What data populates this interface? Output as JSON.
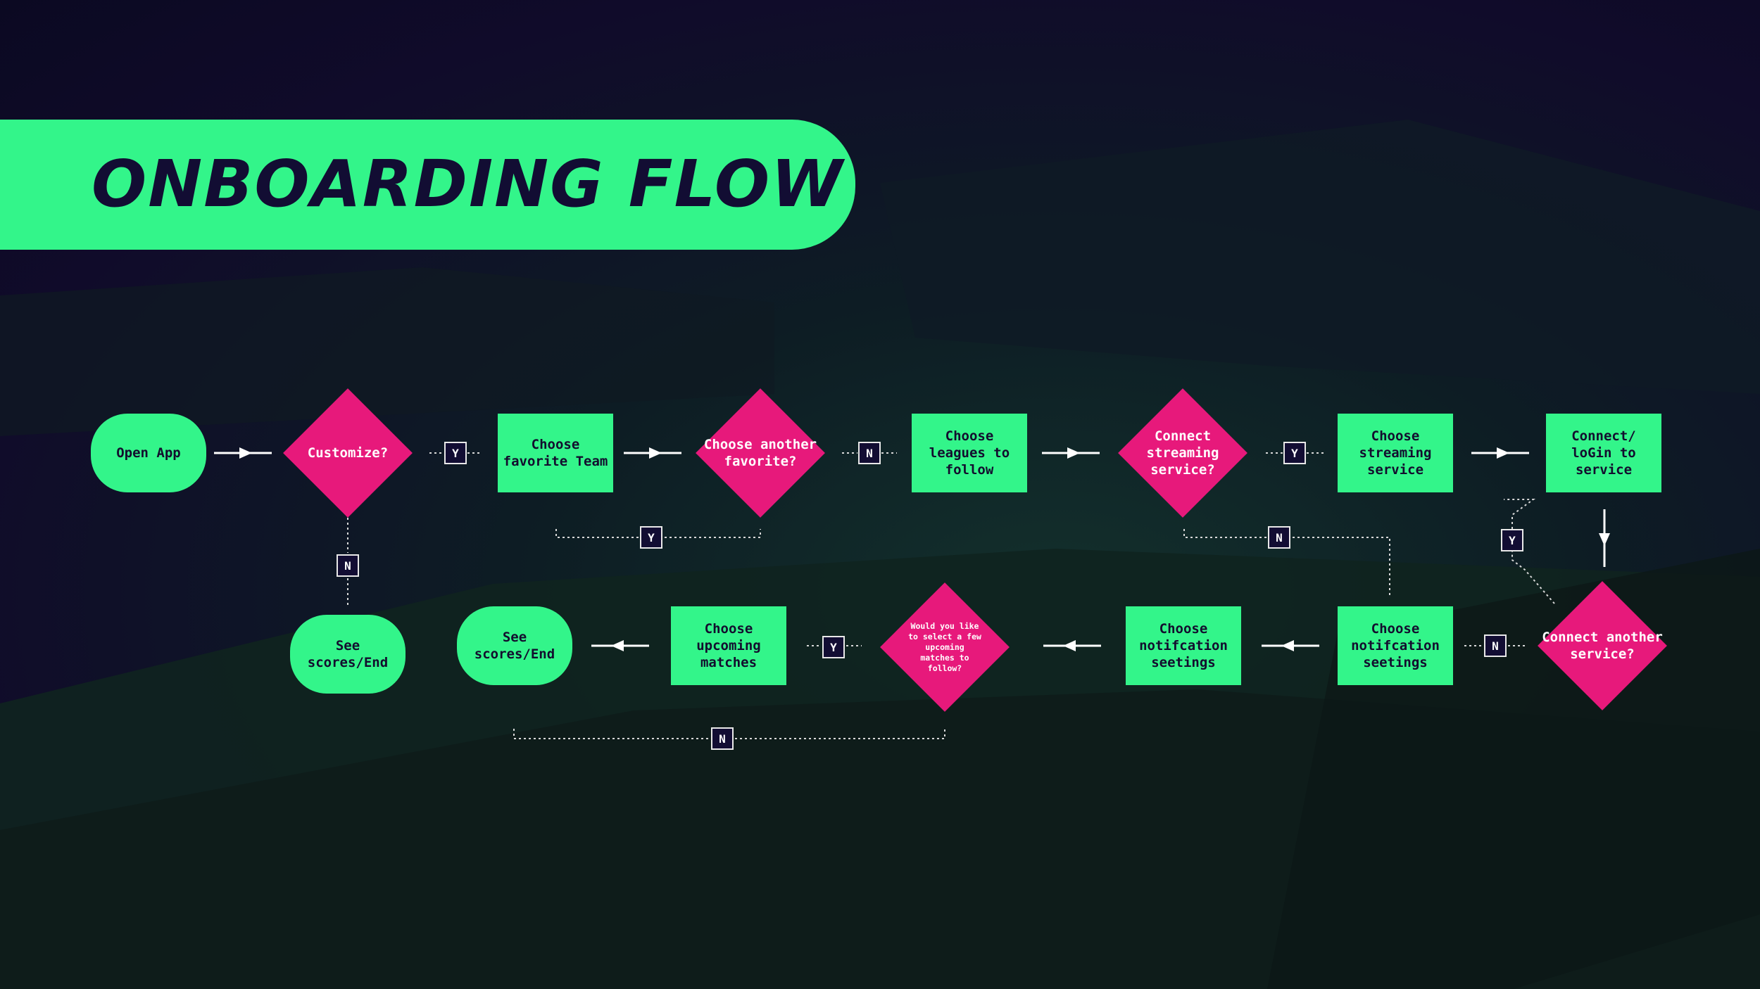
{
  "title": "ONBOARDING FLOW",
  "colors": {
    "green": "#33f58a",
    "magenta": "#e7197b",
    "navy": "#120d33"
  },
  "nodes": {
    "open_app": "Open App",
    "customize": "Customize?",
    "choose_favorite_team": "Choose favorite Team",
    "choose_another_favorite": "Choose another favorite?",
    "choose_leagues": "Choose leagues to follow",
    "connect_streaming": "Connect streaming service?",
    "choose_streaming": "Choose streaming service",
    "connect_login": "Connect/ loGin to service",
    "connect_another": "Connect another service?",
    "choose_notif_1": "Choose notifcation seetings",
    "choose_notif_2": "Choose notifcation seetings",
    "would_you_like": "Would you like to select a few upcoming matches to follow?",
    "choose_upcoming": "Choose upcoming matches",
    "see_scores_1": "See scores/End",
    "see_scores_2": "See scores/End"
  },
  "tags": {
    "customize_yes": "Y",
    "customize_no": "N",
    "another_fav_no": "N",
    "another_fav_yes": "Y",
    "streaming_yes": "Y",
    "streaming_no": "N",
    "another_service_yes": "Y",
    "another_service_no": "N",
    "upcoming_yes": "Y",
    "upcoming_no": "N"
  }
}
